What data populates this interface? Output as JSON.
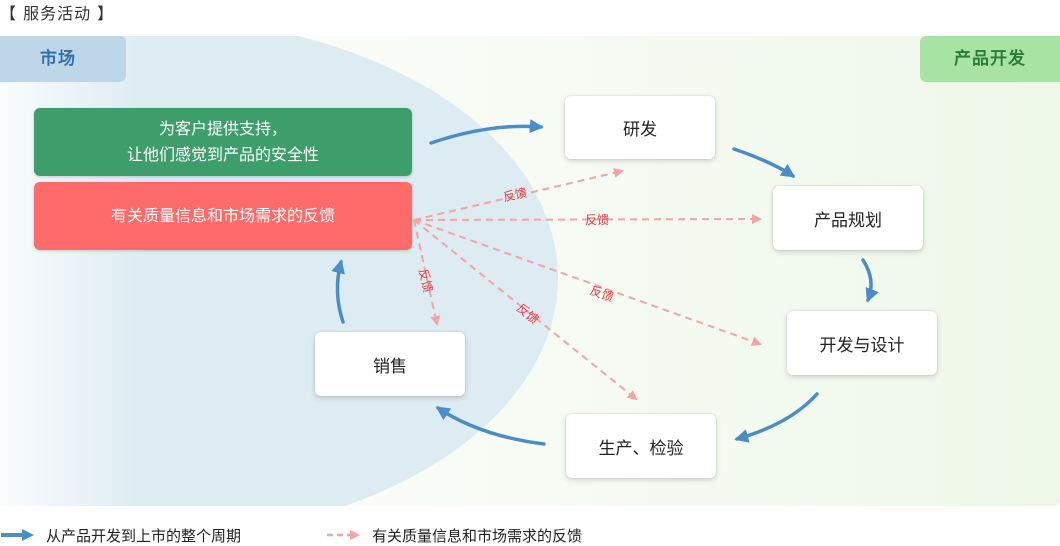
{
  "heading": "【 服务活动 】",
  "tags": {
    "market": "市场",
    "product_dev": "产品开发"
  },
  "blocks": {
    "support_line1": "为客户提供支持，",
    "support_line2": "让他们感觉到产品的安全性",
    "feedback_source": "有关质量信息和市场需求的反馈"
  },
  "nodes": {
    "rd": "研发",
    "plan": "产品规划",
    "design": "开发与设计",
    "production": "生产、检验",
    "sales": "销售"
  },
  "feedback_label": "反馈",
  "legend": {
    "cycle": "从产品开发到上市的整个周期",
    "feedback": "有关质量信息和市场需求的反馈"
  },
  "colors": {
    "cycle_arrow": "#4a8dc8",
    "feedback_arrow": "#f5a3a3",
    "support_block": "#3e9e6b",
    "feedback_block": "#ff6a6a"
  }
}
